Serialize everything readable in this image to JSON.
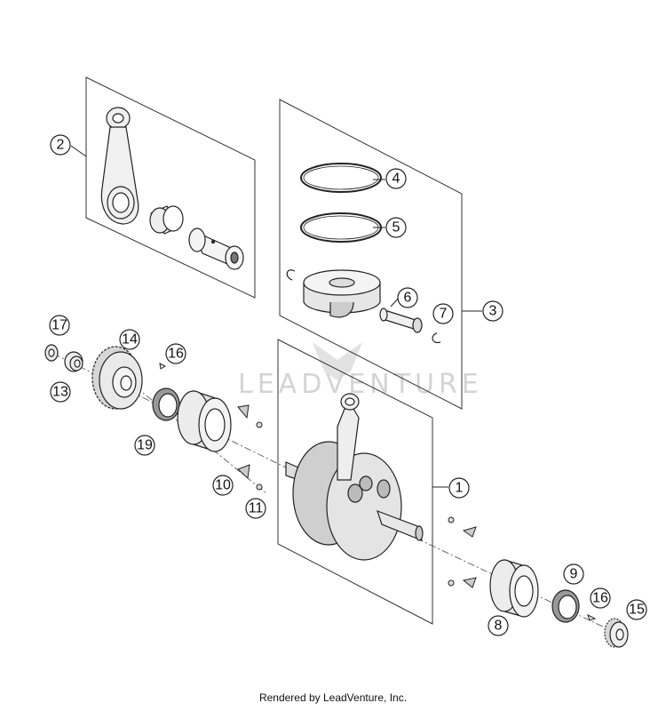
{
  "watermark": "LEADVENTURE",
  "footer": "Rendered by LeadVenture, Inc.",
  "callouts": {
    "c1": "1",
    "c2": "2",
    "c3": "3",
    "c4": "4",
    "c5": "5",
    "c6": "6",
    "c7": "7",
    "c8": "8",
    "c9": "9",
    "c10": "10",
    "c11": "11",
    "c13": "13",
    "c14": "14",
    "c15": "15",
    "c16a": "16",
    "c16b": "16",
    "c17": "17",
    "c19": "19"
  }
}
